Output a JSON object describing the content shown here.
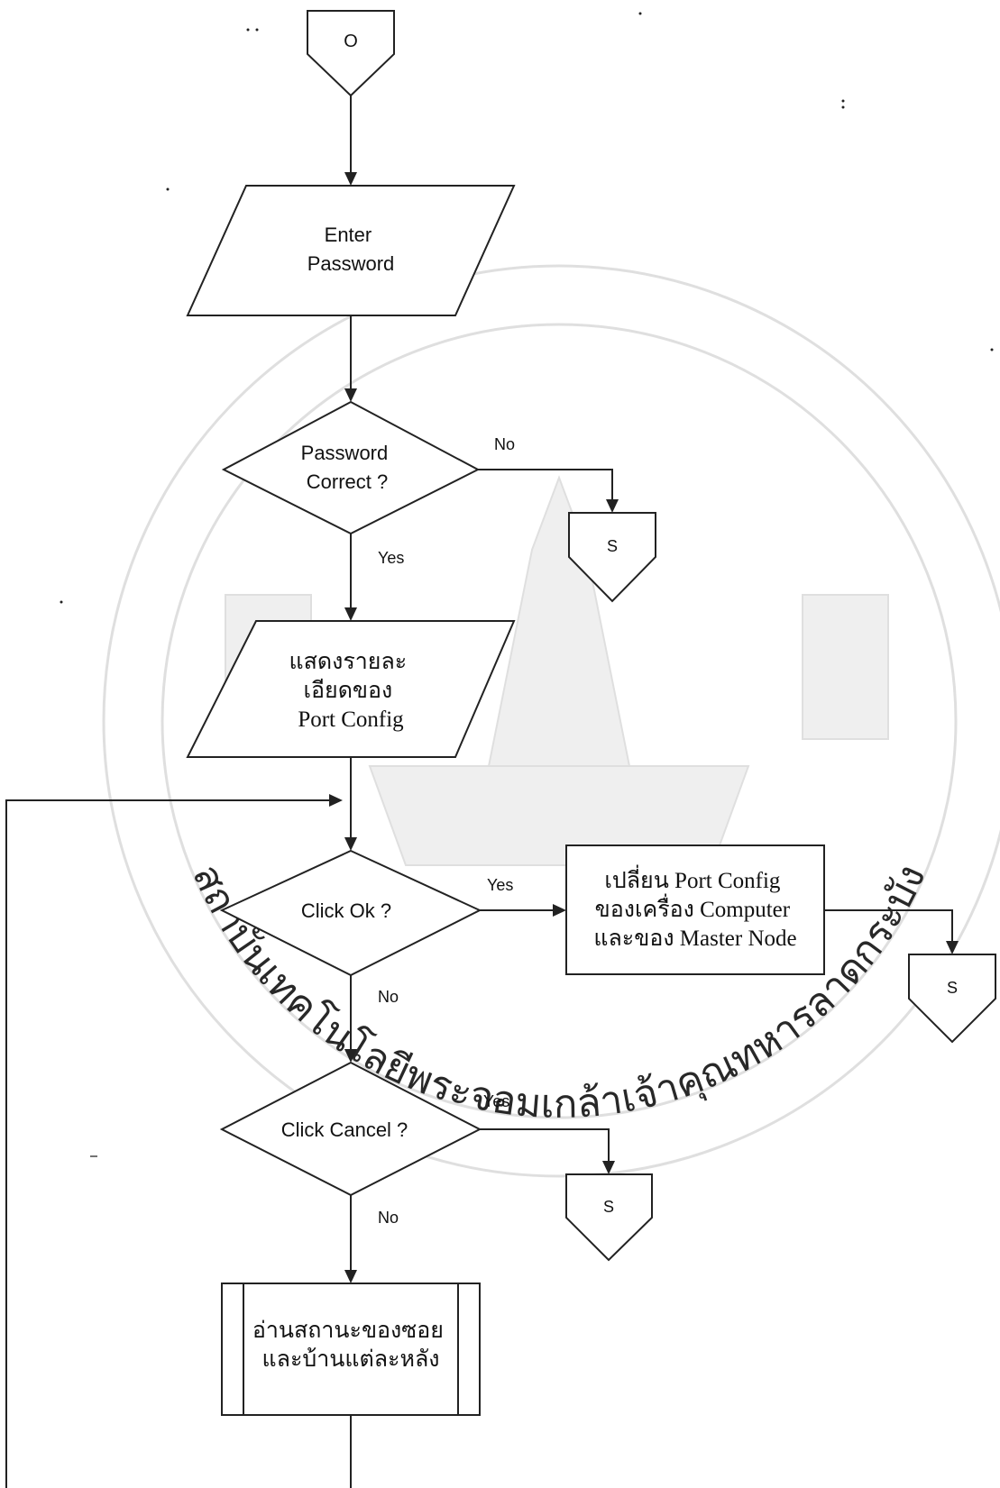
{
  "connectors": {
    "start": "O",
    "no_password": "S",
    "after_ok": "S",
    "after_cancel": "S"
  },
  "steps": {
    "enter_password": [
      "Enter",
      "Password"
    ],
    "password_correct": [
      "Password",
      "Correct ?"
    ],
    "show_port_config": [
      "แสดงรายละ",
      "เอียดของ",
      "Port Config"
    ],
    "click_ok": "Click Ok ?",
    "change_port_config": [
      "เปลี่ยน Port Config",
      "ของเครื่อง Computer",
      "และของ Master Node"
    ],
    "click_cancel": "Click Cancel ?",
    "read_status": [
      "อ่านสถานะของซอย",
      "และบ้านแต่ละหลัง"
    ]
  },
  "labels": {
    "password_no": "No",
    "password_yes": "Yes",
    "ok_yes": "Yes",
    "ok_no": "No",
    "cancel_yes": "Yes",
    "cancel_no": "No"
  },
  "watermark": {
    "text": "สถาบันเทคโนโลยีพระจอมเกล้าเจ้าคุณทหารลาดกระบัง"
  }
}
